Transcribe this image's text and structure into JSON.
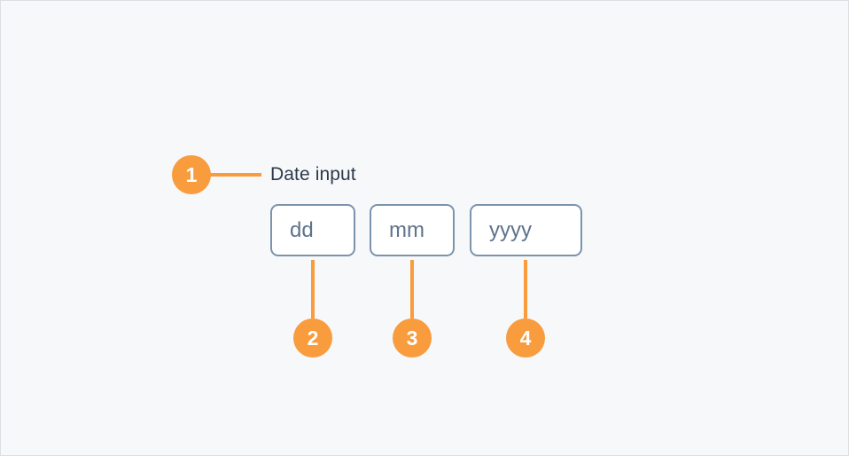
{
  "page": {
    "background_color": "#f7f8fa",
    "border_color": "#dcdfe3",
    "accent_color": "#f89c3e",
    "input_border_color": "#7b93ac",
    "label_color": "#2d3b48",
    "placeholder_color": "#5e738c"
  },
  "annotation": {
    "callouts": [
      {
        "number": "1",
        "target": "date-input-label"
      },
      {
        "number": "2",
        "target": "day-field"
      },
      {
        "number": "3",
        "target": "month-field"
      },
      {
        "number": "4",
        "target": "year-field"
      }
    ]
  },
  "form": {
    "label": "Date input",
    "fields": [
      {
        "name": "day",
        "placeholder": "dd",
        "value": ""
      },
      {
        "name": "month",
        "placeholder": "mm",
        "value": ""
      },
      {
        "name": "year",
        "placeholder": "yyyy",
        "value": ""
      }
    ]
  }
}
